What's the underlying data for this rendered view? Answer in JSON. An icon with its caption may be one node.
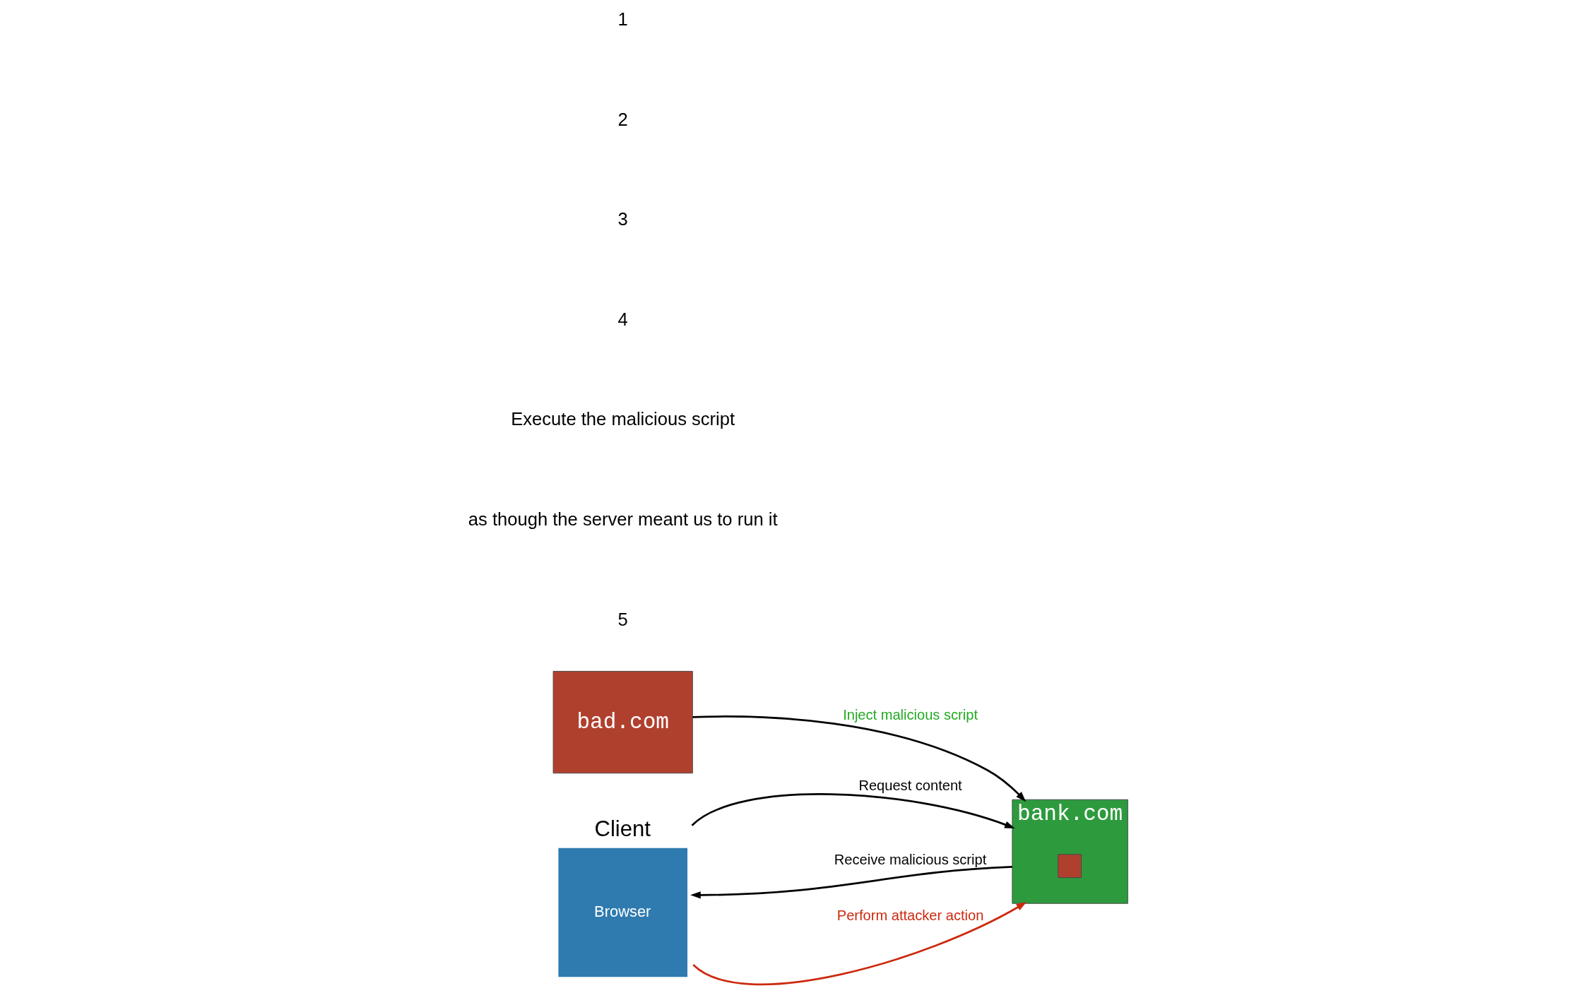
{
  "diagram": {
    "nodes": [
      {
        "text": [
          "bad.com"
        ]
      },
      {
        "text": [
          "Client",
          "Browser"
        ]
      },
      {
        "text": [
          "bank.com"
        ]
      },
      {
        "text": [],
        "shape": "box",
        "in": 2
      }
    ],
    "edges": [
      {
        "from": 0,
        "to": 2,
        "arrow": "to",
        "label": "Inject malicious script"
      },
      {
        "from": 1,
        "to": 2,
        "arrow": "to",
        "label": "Request content"
      },
      {
        "from": 2,
        "to": 1,
        "arrow": "to",
        "label": "Receive malicious script"
      },
      {
        "from": 1,
        "to": 2,
        "arrow": "to",
        "label": "Perform attacker action",
        "color": "#cc2a0e"
      }
    ],
    "labels": [
      "1",
      "2",
      "3",
      "4",
      "Execute the malicious script",
      "as though the server meant us to run it",
      "5"
    ]
  }
}
